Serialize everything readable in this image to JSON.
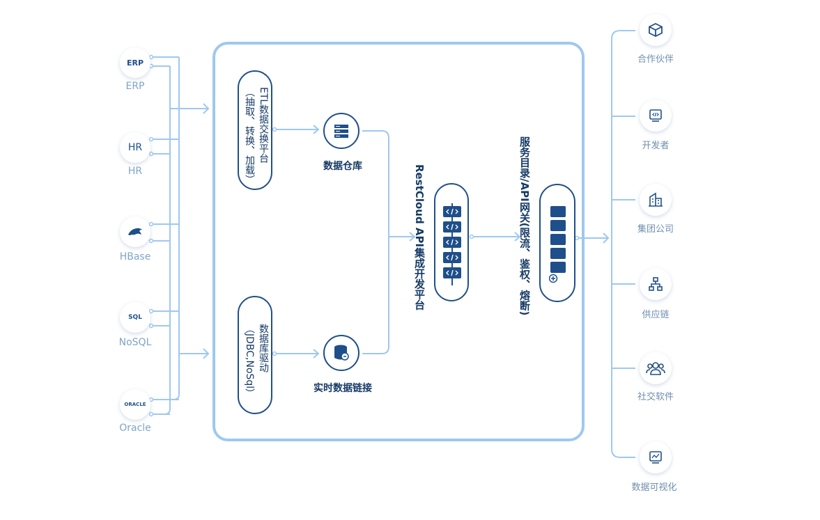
{
  "sources": [
    {
      "icon_text": "ERP",
      "label": "ERP"
    },
    {
      "icon_text": "HR",
      "label": "HR"
    },
    {
      "icon_text": "",
      "icon": "dolphin-icon",
      "label": "HBase"
    },
    {
      "icon_text": "SQL",
      "label": "NoSQL"
    },
    {
      "icon_text": "ORACLE",
      "label": "Oracle"
    }
  ],
  "platform": {
    "etl_text": "ETL数据交换平台\n（抽取、转换、加载）",
    "db_driver_text": "数据库驱动\n（JDBC,NoSql）",
    "warehouse_label": "数据仓库",
    "realtime_label": "实时数据链接",
    "integration_title": "RestCloud API集成开发平台",
    "gateway_title": "服务目录/API网关(限流、鉴权、熔断)"
  },
  "targets": [
    {
      "icon": "cube-icon",
      "label": "合作伙伴"
    },
    {
      "icon": "code-monitor-icon",
      "label": "开发者"
    },
    {
      "icon": "building-icon",
      "label": "集团公司"
    },
    {
      "icon": "network-icon",
      "label": "供应链"
    },
    {
      "icon": "users-icon",
      "label": "社交软件"
    },
    {
      "icon": "chart-monitor-icon",
      "label": "数据可视化"
    }
  ],
  "colors": {
    "accent": "#1f4f8a",
    "line": "#9ec8ef",
    "muted": "#7fa4c7"
  }
}
